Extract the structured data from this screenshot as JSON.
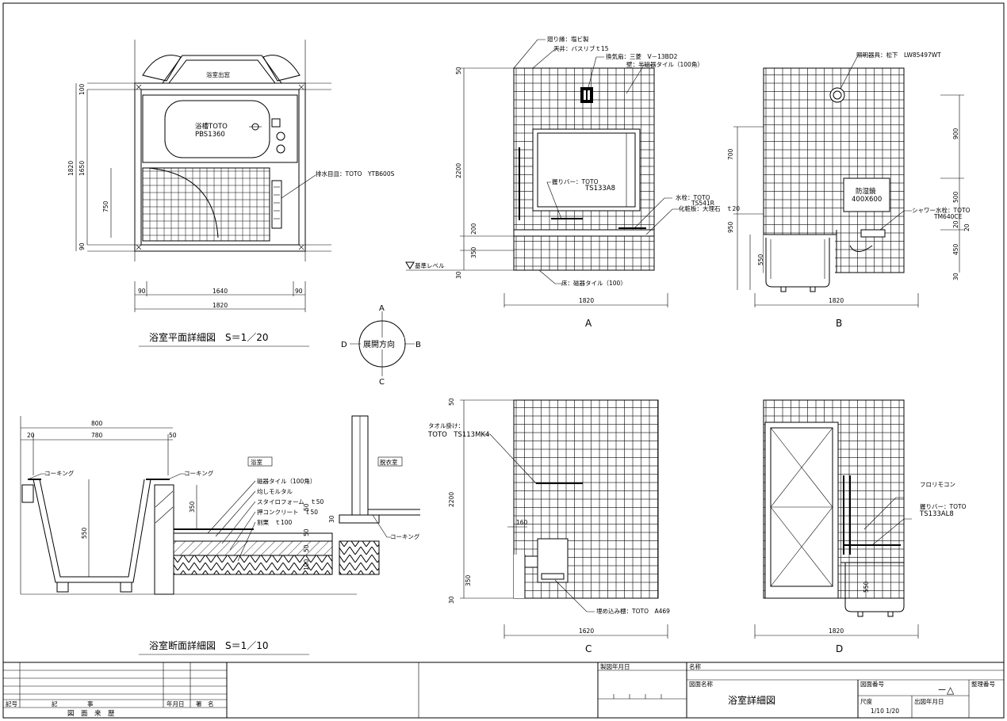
{
  "titles": {
    "plan": "浴室平面詳細図　S＝1／20",
    "section": "浴室断面詳細図　S＝1／10"
  },
  "direction": {
    "label": "展開方向",
    "a": "A",
    "b": "B",
    "c": "C",
    "d": "D"
  },
  "plan": {
    "door": "浴室出窓",
    "tub_line1": "浴槽TOTO",
    "tub_line2": "PBS1360",
    "drain": "排水目皿：TOTO　YTB600S",
    "dims": {
      "d100": "100",
      "d1650": "1650",
      "d1820": "1820",
      "d750": "750",
      "d90": "90",
      "b90l": "90",
      "b1640": "1640",
      "b90r": "90",
      "b1820": "1820"
    }
  },
  "elevA": {
    "label": "A",
    "notes": {
      "n1": "廻り縁：塩ビ製",
      "n2": "天井：バスリブｔ15",
      "n3": "換気扇：三菱　V－13BD2",
      "n4": "壁：半磁器タイル（100角）",
      "n5": "握りバー：TOTO",
      "n6": "TS133A8",
      "n7": "水栓：TOTO",
      "n8": "TS541R",
      "n9": "化粧板：大理石　ｔ20",
      "n10": "床：磁器タイル（100）",
      "level": "基準レベル"
    },
    "dims": {
      "d50": "50",
      "d2200": "2200",
      "d200": "200",
      "d350": "350",
      "d30": "30",
      "width": "1820"
    }
  },
  "elevB": {
    "label": "B",
    "notes": {
      "n1": "照明器具：松下　LW85497WT",
      "n2": "防湿鏡",
      "n3": "400X600",
      "n4": "シャワー水栓：TOTO",
      "n5": "TM640CE"
    },
    "dims": {
      "d700": "700",
      "d950": "950",
      "d550": "550",
      "d900": "900",
      "d500": "500",
      "d20a": "20",
      "d20b": "20",
      "d450": "450",
      "d30": "30",
      "width": "1820"
    }
  },
  "elevC": {
    "label": "C",
    "notes": {
      "n1": "タオル掛け：",
      "n2": "TOTO　TS113MK4",
      "n3": "埋め込み棚：TOTO　A469"
    },
    "dims": {
      "d50": "50",
      "d2200": "2200",
      "d160": "160",
      "d350": "350",
      "d30": "30",
      "width": "1620"
    }
  },
  "elevD": {
    "label": "D",
    "notes": {
      "n1": "フロリモコン",
      "n2": "握りバー：TOTO",
      "n3": "TS133AL8"
    },
    "dims": {
      "d550": "550",
      "width": "1820"
    }
  },
  "section": {
    "dims": {
      "d800": "800",
      "d20": "20",
      "d780": "780",
      "d50": "50",
      "d550": "550",
      "d350": "350",
      "d30": "30",
      "d100": "100",
      "d50b": "50",
      "d50c": "50",
      "d50d": "50"
    },
    "notes": {
      "caulk1": "コーキング",
      "caulk2": "コーキング",
      "caulk3": "コーキング",
      "bath": "浴室",
      "dress": "脱衣室",
      "m1": "磁器タイル（100角）",
      "m2": "均しモルタル",
      "m3": "スタイロフォーム　ｔ50",
      "m4": "押コンクリート　ｔ50",
      "m5": "割栗　ｔ100"
    }
  },
  "titleblock": {
    "col_mark": "記号",
    "col_record": "記　　　　　事",
    "col_date": "年月日",
    "col_sign": "署　名",
    "history": "図　面　来　歴",
    "drawdate": "製図年月日",
    "name": "名称",
    "drawingname_label": "図面名称",
    "drawingname": "浴室詳細図",
    "drawingno_label": "図面番号",
    "scale_label": "尺度",
    "scale": "1/10 1/20",
    "outdate": "出図年月日",
    "revision_label": "整理番号",
    "revision": "－△"
  }
}
